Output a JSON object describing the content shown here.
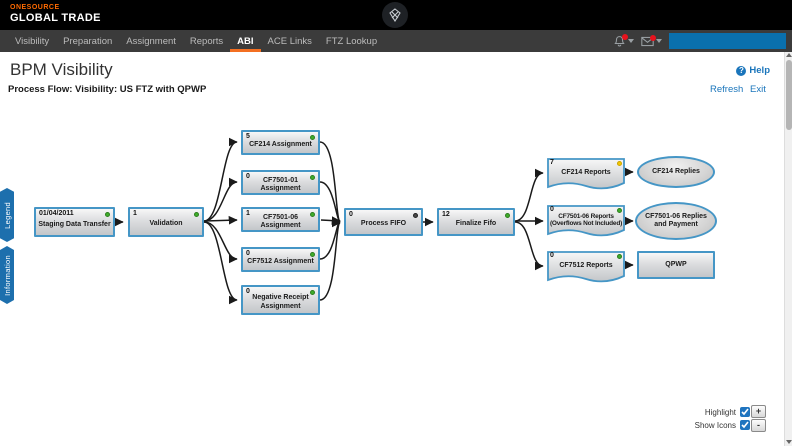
{
  "app": {
    "brand_top": "ONESOURCE",
    "brand_bottom": "GLOBAL TRADE"
  },
  "nav": {
    "items": [
      {
        "label": "Visibility",
        "active": false
      },
      {
        "label": "Preparation",
        "active": false
      },
      {
        "label": "Assignment",
        "active": false
      },
      {
        "label": "Reports",
        "active": false
      },
      {
        "label": "ABI",
        "active": true
      },
      {
        "label": "ACE Links",
        "active": false
      },
      {
        "label": "FTZ Lookup",
        "active": false
      }
    ],
    "search_value": ""
  },
  "page": {
    "title": "BPM Visibility",
    "subtitle": "Process Flow: Visibility: US FTZ with QPWP",
    "help_label": "Help",
    "help_glyph": "?",
    "refresh_label": "Refresh",
    "exit_label": "Exit"
  },
  "side_tabs": {
    "legend": "Legend",
    "information": "Information"
  },
  "controls": {
    "highlight_label": "Highlight",
    "show_icons_label": "Show Icons",
    "highlight_checked": true,
    "show_icons_checked": true,
    "zoom_in": "+",
    "zoom_out": "-"
  },
  "colors": {
    "accent_orange": "#f36f21",
    "link_blue": "#1a75bb",
    "node_border_blue": "#4596c6",
    "tab_blue": "#1d6fad",
    "status_green": "#3fae2a",
    "status_yellow": "#f5c800",
    "status_dark": "#4a4a4a",
    "search_blue": "#0a70ad"
  },
  "diagram": {
    "nodes": [
      {
        "id": "staging-data-transfer",
        "count": "01/04/2011",
        "label": "Staging Data Transfer",
        "status": "green",
        "shape": "rect"
      },
      {
        "id": "validation",
        "count": "1",
        "label": "Validation",
        "status": "green",
        "shape": "rect"
      },
      {
        "id": "cf214-assignment",
        "count": "5",
        "label": "CF214 Assignment",
        "status": "green",
        "shape": "rect"
      },
      {
        "id": "cf7501-01-assignment",
        "count": "0",
        "label": "CF7501-01 Assignment",
        "status": "green",
        "shape": "rect"
      },
      {
        "id": "cf7501-06-assignment",
        "count": "1",
        "label": "CF7501-06 Assignment",
        "status": "green",
        "shape": "rect"
      },
      {
        "id": "cf7512-assignment",
        "count": "0",
        "label": "CF7512 Assignment",
        "status": "green",
        "shape": "rect"
      },
      {
        "id": "negative-receipt-assignment",
        "count": "0",
        "label": "Negative Receipt Assignment",
        "status": "green",
        "shape": "rect"
      },
      {
        "id": "process-fifo",
        "count": "0",
        "label": "Process FIFO",
        "status": "dark",
        "shape": "rect"
      },
      {
        "id": "finalize-fifo",
        "count": "12",
        "label": "Finalize Fifo",
        "status": "green",
        "shape": "rect"
      },
      {
        "id": "cf214-reports",
        "count": "7",
        "label": "CF214 Reports",
        "status": "yellow",
        "shape": "document"
      },
      {
        "id": "cf214-replies",
        "label": "CF214 Replies",
        "shape": "ellipse"
      },
      {
        "id": "cf7501-06-reports",
        "count": "0",
        "label": "CF7501-06 Reports (Overflows Not Included)",
        "status": "green",
        "shape": "document"
      },
      {
        "id": "cf7501-06-replies",
        "label": "CF7501-06 Replies and Payment",
        "shape": "ellipse"
      },
      {
        "id": "cf7512-reports",
        "count": "0",
        "label": "CF7512 Reports",
        "status": "green",
        "shape": "document"
      },
      {
        "id": "qpwp",
        "label": "QPWP",
        "shape": "rect"
      }
    ],
    "edges": [
      [
        "staging-data-transfer",
        "validation"
      ],
      [
        "validation",
        "cf214-assignment"
      ],
      [
        "validation",
        "cf7501-01-assignment"
      ],
      [
        "validation",
        "cf7501-06-assignment"
      ],
      [
        "validation",
        "cf7512-assignment"
      ],
      [
        "validation",
        "negative-receipt-assignment"
      ],
      [
        "cf214-assignment",
        "process-fifo"
      ],
      [
        "cf7501-01-assignment",
        "process-fifo"
      ],
      [
        "cf7501-06-assignment",
        "process-fifo"
      ],
      [
        "cf7512-assignment",
        "process-fifo"
      ],
      [
        "negative-receipt-assignment",
        "process-fifo"
      ],
      [
        "process-fifo",
        "finalize-fifo"
      ],
      [
        "finalize-fifo",
        "cf214-reports"
      ],
      [
        "finalize-fifo",
        "cf7501-06-reports"
      ],
      [
        "finalize-fifo",
        "cf7512-reports"
      ],
      [
        "cf214-reports",
        "cf214-replies"
      ],
      [
        "cf7501-06-reports",
        "cf7501-06-replies"
      ],
      [
        "cf7512-reports",
        "qpwp"
      ]
    ]
  }
}
